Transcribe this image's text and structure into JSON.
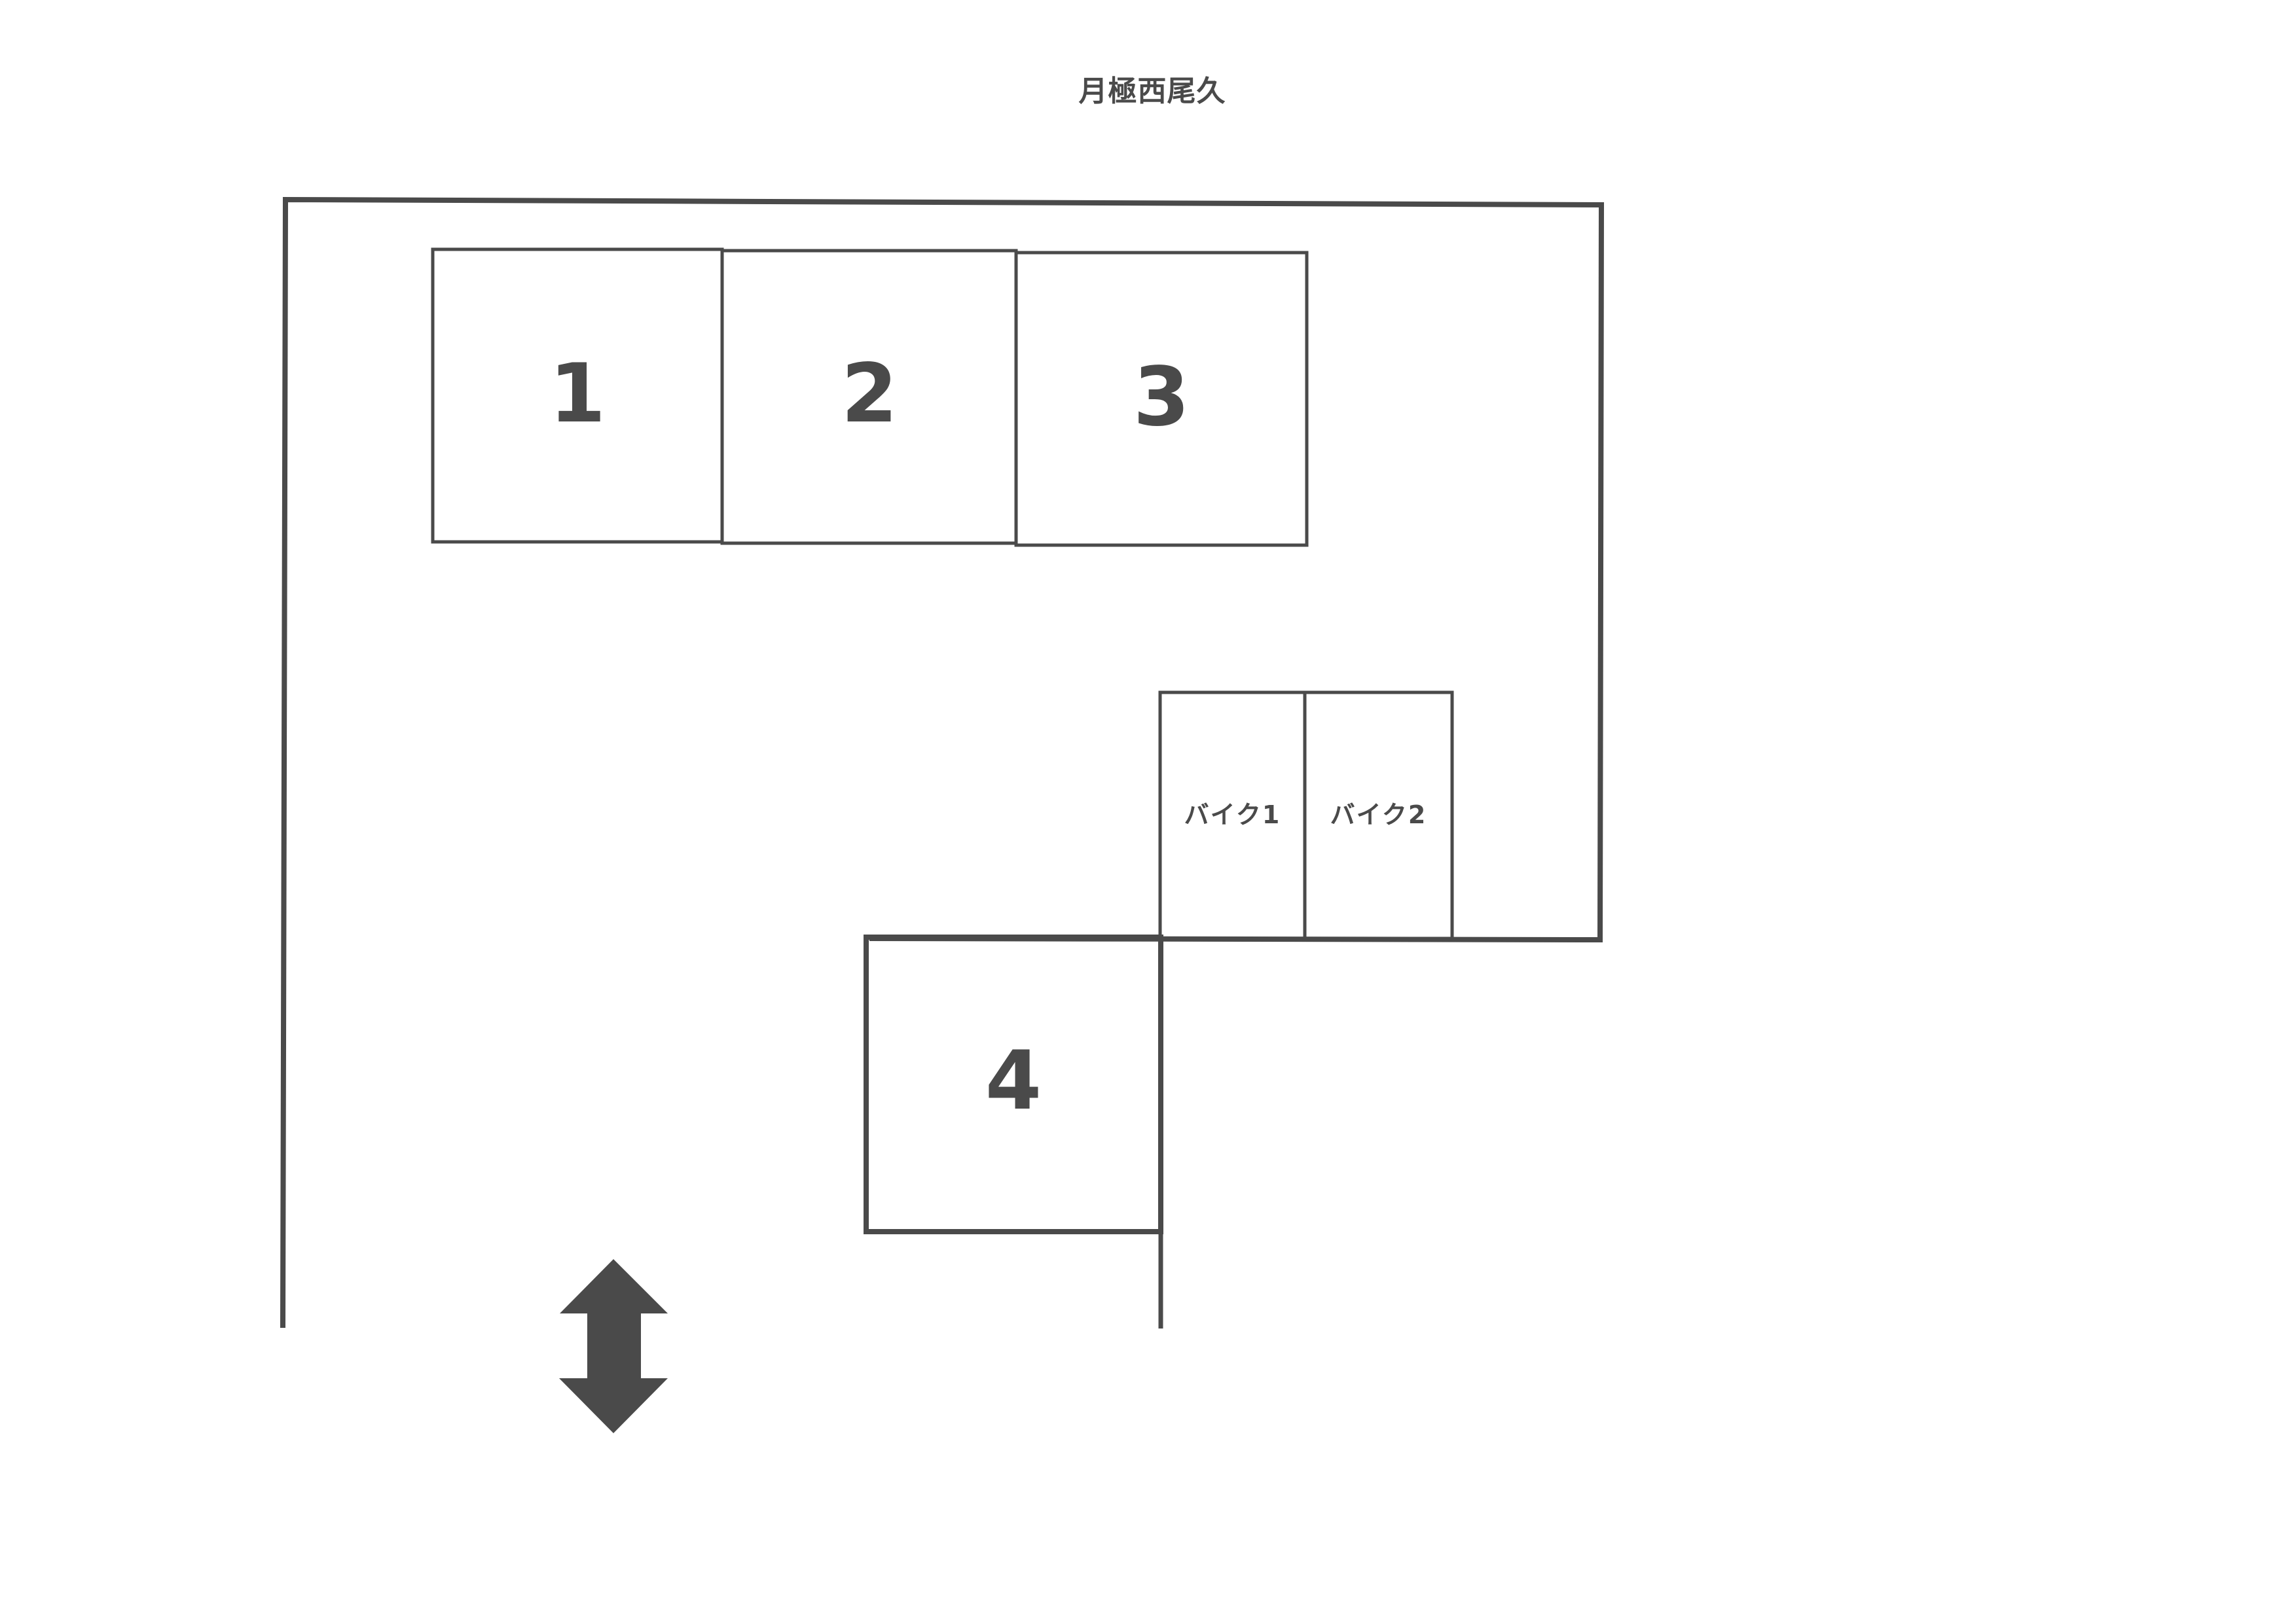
{
  "title": "月極西尾久",
  "colors": {
    "line": "#4a4a4a",
    "text": "#4a4a4a",
    "background": "#ffffff"
  },
  "parking_spaces": [
    {
      "id": "1",
      "label": "1",
      "type": "car"
    },
    {
      "id": "2",
      "label": "2",
      "type": "car"
    },
    {
      "id": "3",
      "label": "3",
      "type": "car"
    },
    {
      "id": "4",
      "label": "4",
      "type": "car"
    }
  ],
  "bike_spaces": [
    {
      "id": "bike1",
      "label": "バイク1",
      "type": "motorcycle"
    },
    {
      "id": "bike2",
      "label": "バイク2",
      "type": "motorcycle"
    }
  ],
  "icons": {
    "entrance_arrow": "double-vertical-arrow"
  }
}
